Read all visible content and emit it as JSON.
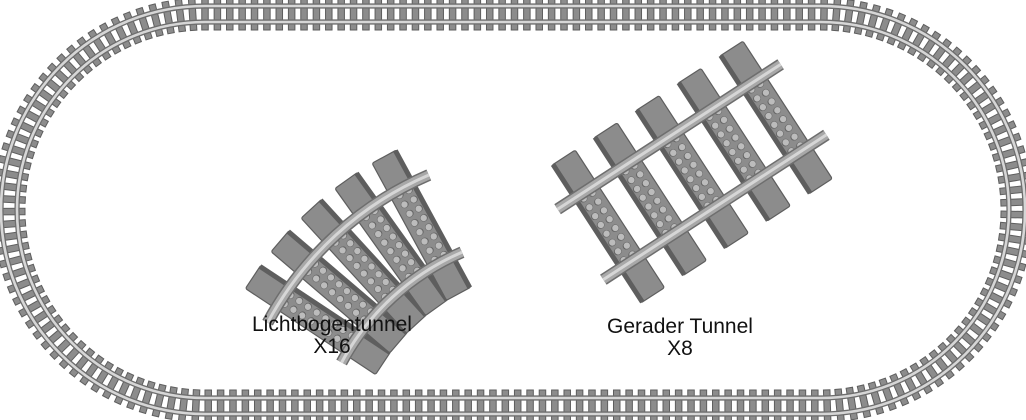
{
  "illustration": {
    "colors": {
      "sleeper": "#8c8c8c",
      "sleeper_dark": "#5e5e5e",
      "rail": "#a8a8a8",
      "rail_light": "#d6d6d6",
      "rail_dark": "#6e6e6e",
      "stud": "#9a9a9a",
      "stud_top": "#bcbcbc",
      "background": "#ffffff"
    },
    "icons": [
      "oval-track-loop",
      "curved-track-piece",
      "straight-track-piece"
    ]
  },
  "pieces": [
    {
      "id": "curve",
      "name": "Lichtbogentunnel",
      "count": "X16"
    },
    {
      "id": "straight",
      "name": "Gerader Tunnel",
      "count": "X8"
    }
  ]
}
